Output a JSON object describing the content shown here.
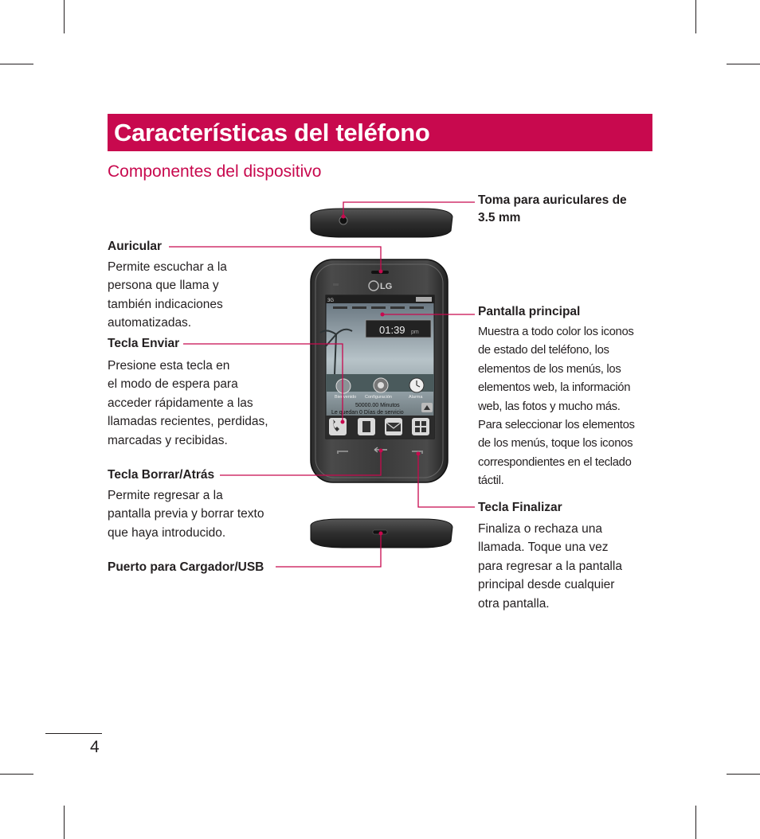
{
  "header": {
    "title": "Características del teléfono",
    "subtitle": "Componentes del dispositivo"
  },
  "callouts": {
    "headphone_jack": {
      "label": "Toma para auriculares de 3.5 mm",
      "label_line1": "Toma para auriculares de",
      "label_line2": "3.5 mm"
    },
    "earpiece": {
      "label": "Auricular",
      "lines": [
        "Permite escuchar a la",
        "persona que llama y",
        "también indicaciones",
        "automatizadas."
      ]
    },
    "main_screen": {
      "label": "Pantalla principal",
      "lines": [
        "Muestra a todo color los iconos",
        "de estado del teléfono, los",
        "elementos de los menús, los",
        "elementos web, la información",
        "web, las fotos y mucho más.",
        "Para seleccionar los elementos",
        "de los menús, toque los iconos",
        "correspondientes en el teclado",
        "táctil."
      ]
    },
    "send_key": {
      "label": "Tecla Enviar",
      "lines": [
        "Presione esta tecla en",
        "el modo de espera para",
        "acceder rápidamente a las",
        "llamadas recientes, perdidas,",
        "marcadas y recibidas."
      ]
    },
    "back_key": {
      "label": "Tecla Borrar/Atrás",
      "lines": [
        "Permite regresar a la",
        "pantalla previa y borrar texto",
        "que haya introducido."
      ]
    },
    "end_key": {
      "label": "Tecla Finalizar",
      "lines": [
        "Finaliza o rechaza una",
        "llamada. Toque una vez",
        "para regresar a la pantalla",
        "principal desde cualquier",
        "otra pantalla."
      ]
    },
    "charger_port": {
      "label": "Puerto para Cargador/USB"
    }
  },
  "phone_screen": {
    "brand": "LG",
    "network": "3G",
    "time": "01:39",
    "ampm": "pm",
    "apps": [
      "Bienvenido",
      "Configuración",
      "Alarma"
    ],
    "minutes_text": "50000.00 Minutos",
    "days_text": "Le quedan 0 Días de servicio"
  },
  "page_number": "4",
  "colors": {
    "accent": "#c8094e",
    "text": "#231f20"
  }
}
